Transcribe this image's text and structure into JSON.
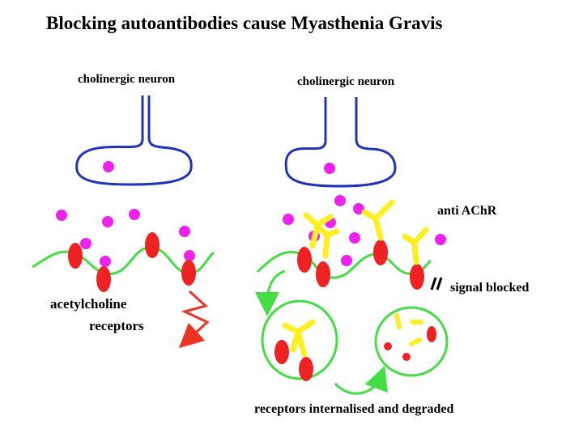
{
  "title": "Blocking autoantibodies cause Myasthenia Gravis",
  "labels": {
    "neuron_left": "cholinergic neuron",
    "neuron_right": "cholinergic neuron",
    "ach_receptors_line1": "acetylcholine",
    "ach_receptors_line2": "receptors",
    "anti_achr": "anti AChR",
    "signal_blocked": "signal blocked",
    "internalised": "receptors internalised and degraded"
  },
  "colors": {
    "neuron": "#2233bb",
    "acetylcholine": "#ee22ee",
    "receptor": "#ee2222",
    "membrane": "#44dd44",
    "antibody": "#ffee22",
    "signal": "#ee3322",
    "blocked_mark": "#000000"
  }
}
